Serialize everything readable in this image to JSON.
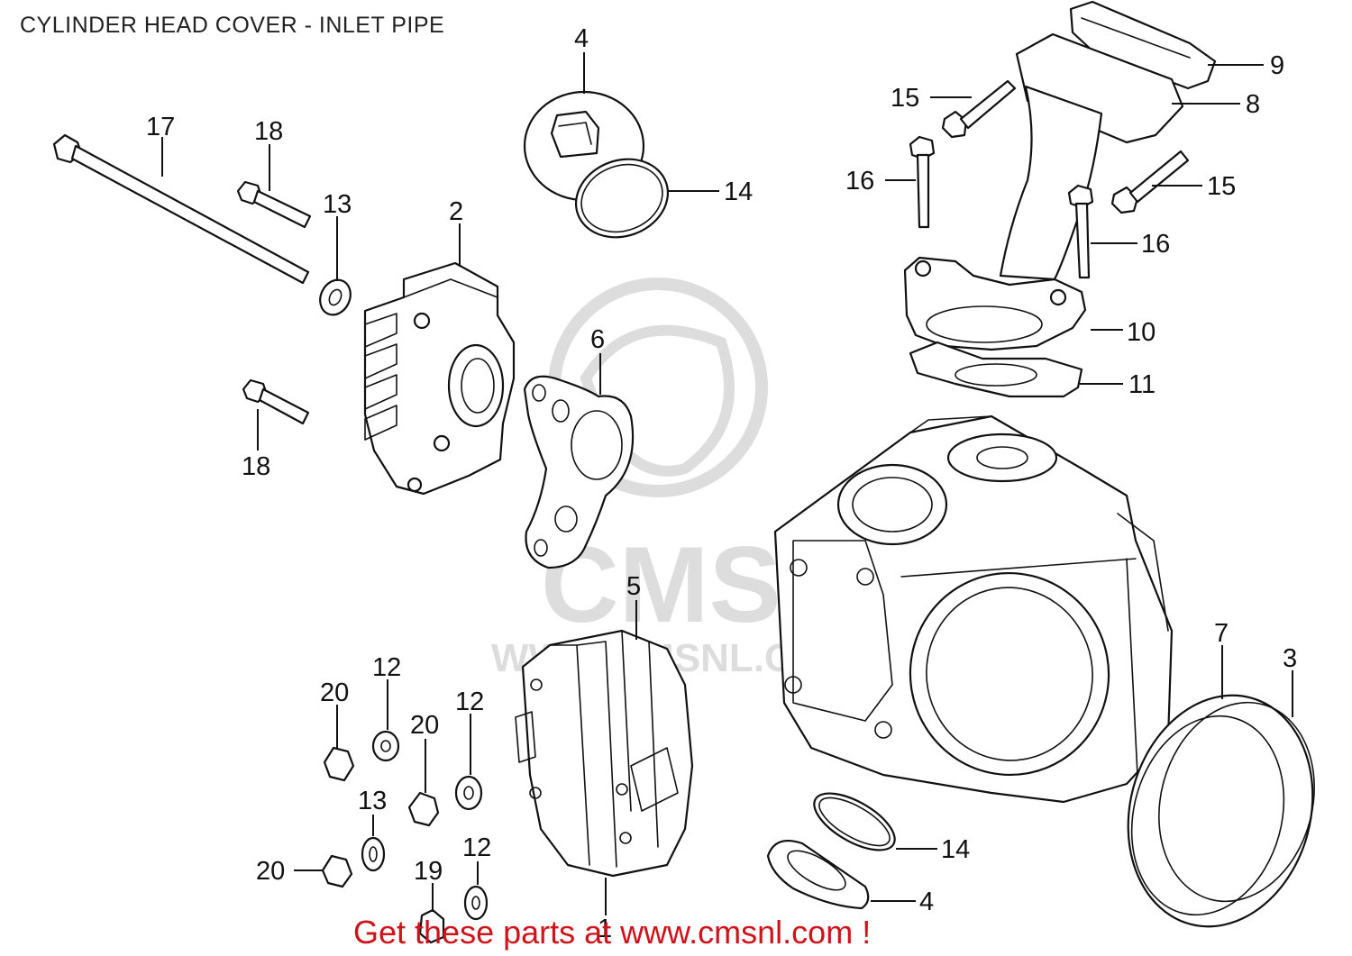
{
  "title": "CYLINDER HEAD COVER - INLET PIPE",
  "watermark": {
    "brand": "CMS",
    "url": "WWW.CMSNL.COM"
  },
  "callouts": [
    {
      "id": "c4a",
      "label": "4"
    },
    {
      "id": "c9",
      "label": "9"
    },
    {
      "id": "c15a",
      "label": "15"
    },
    {
      "id": "c8",
      "label": "8"
    },
    {
      "id": "c17",
      "label": "17"
    },
    {
      "id": "c18a",
      "label": "18"
    },
    {
      "id": "c14a",
      "label": "14"
    },
    {
      "id": "c16a",
      "label": "16"
    },
    {
      "id": "c15b",
      "label": "15"
    },
    {
      "id": "c13a",
      "label": "13"
    },
    {
      "id": "c2",
      "label": "2"
    },
    {
      "id": "c16b",
      "label": "16"
    },
    {
      "id": "c10",
      "label": "10"
    },
    {
      "id": "c6",
      "label": "6"
    },
    {
      "id": "c11",
      "label": "11"
    },
    {
      "id": "c18b",
      "label": "18"
    },
    {
      "id": "c5",
      "label": "5"
    },
    {
      "id": "c7",
      "label": "7"
    },
    {
      "id": "c3",
      "label": "3"
    },
    {
      "id": "c12a",
      "label": "12"
    },
    {
      "id": "c20a",
      "label": "20"
    },
    {
      "id": "c12b",
      "label": "12"
    },
    {
      "id": "c20b",
      "label": "20"
    },
    {
      "id": "c13b",
      "label": "13"
    },
    {
      "id": "c12c",
      "label": "12"
    },
    {
      "id": "c14b",
      "label": "14"
    },
    {
      "id": "c20c",
      "label": "20"
    },
    {
      "id": "c19",
      "label": "19"
    },
    {
      "id": "c4b",
      "label": "4"
    },
    {
      "id": "c1",
      "label": "1"
    }
  ],
  "footer": {
    "link_text": "Get these parts at www.cmsnl.com !",
    "color": "#d0121b"
  }
}
